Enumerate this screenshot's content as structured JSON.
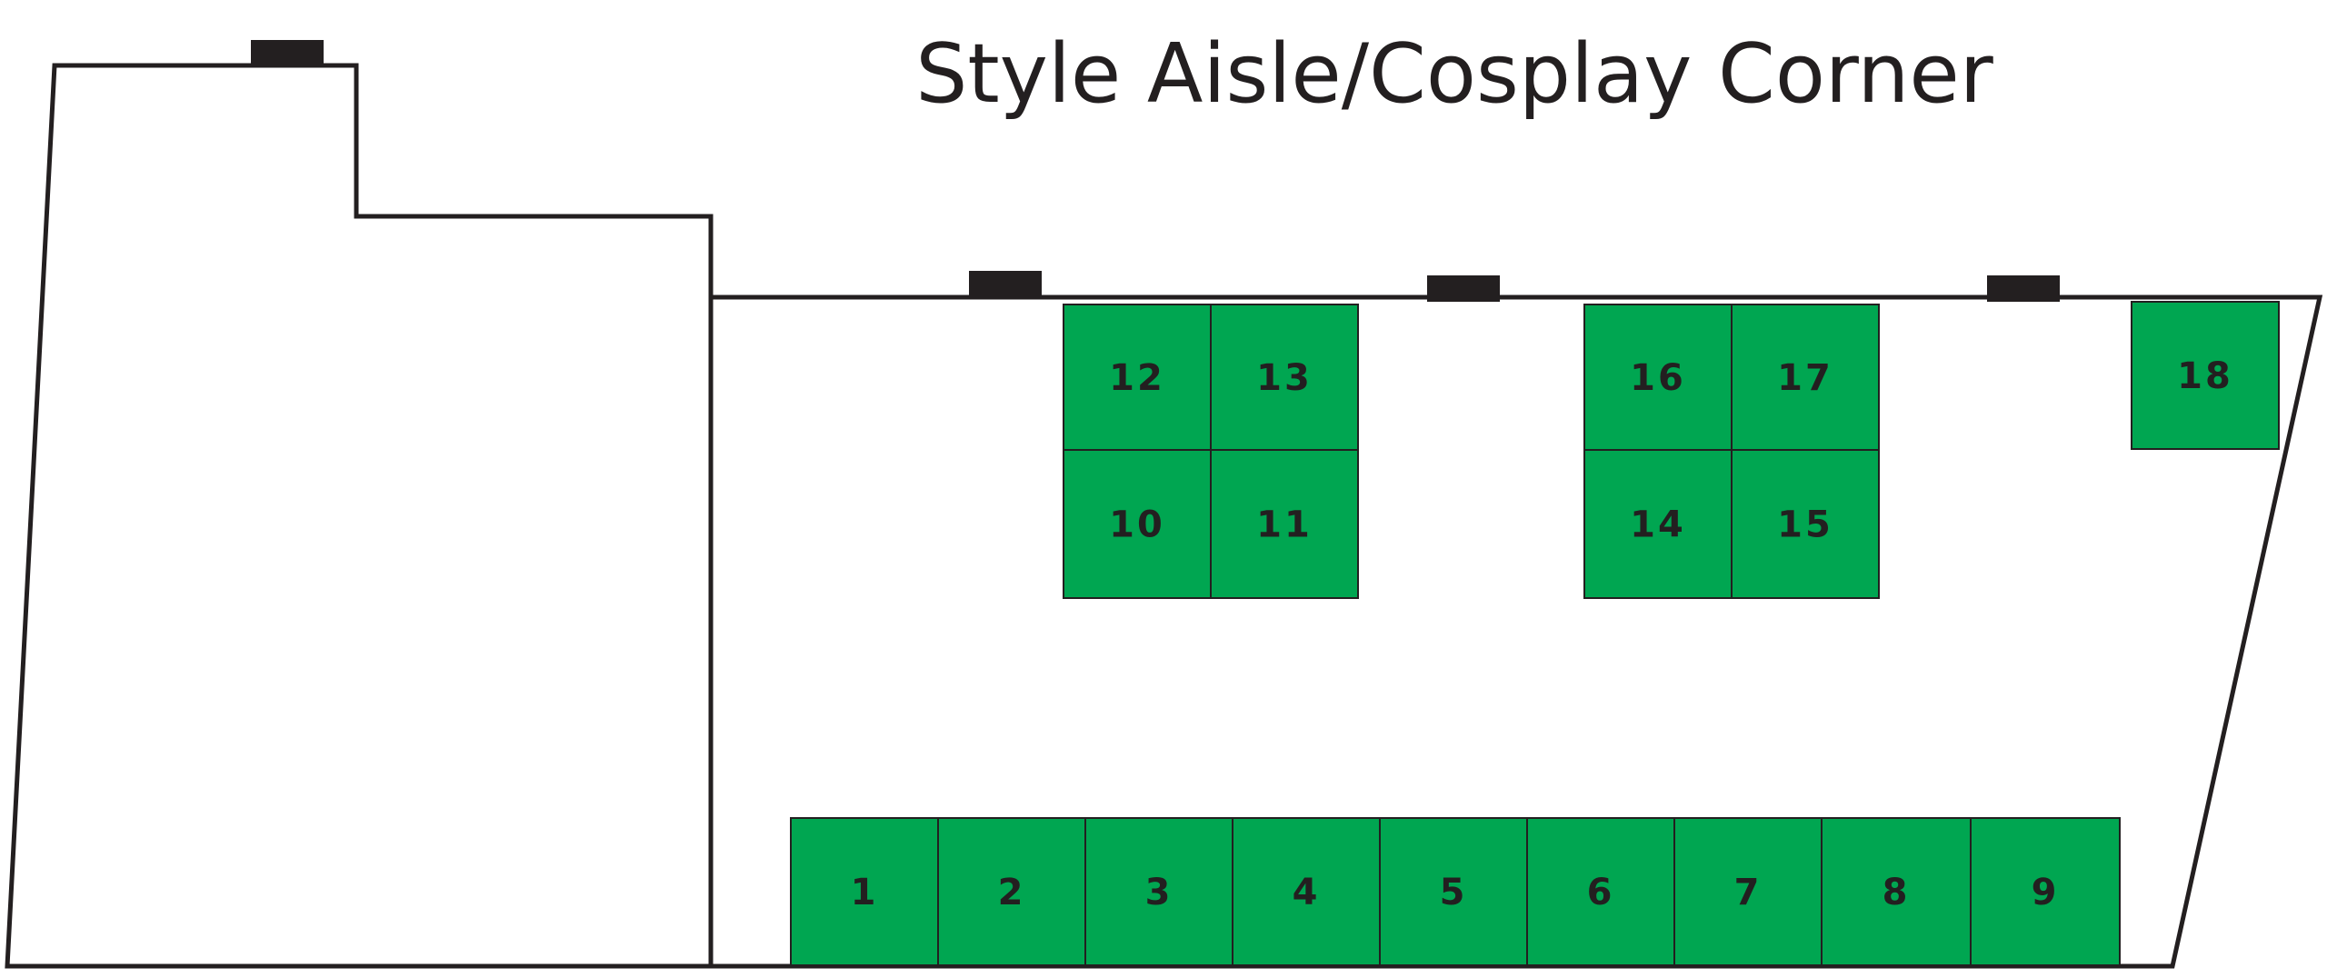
{
  "title": "Style Aisle/Cosplay Corner",
  "colors": {
    "booth_fill": "#00a651",
    "wall": "#231f20",
    "background": "#ffffff"
  },
  "booths": [
    {
      "id": "b1",
      "label": "1"
    },
    {
      "id": "b2",
      "label": "2"
    },
    {
      "id": "b3",
      "label": "3"
    },
    {
      "id": "b4",
      "label": "4"
    },
    {
      "id": "b5",
      "label": "5"
    },
    {
      "id": "b6",
      "label": "6"
    },
    {
      "id": "b7",
      "label": "7"
    },
    {
      "id": "b8",
      "label": "8"
    },
    {
      "id": "b9",
      "label": "9"
    },
    {
      "id": "b10",
      "label": "10"
    },
    {
      "id": "b11",
      "label": "11"
    },
    {
      "id": "b12",
      "label": "12"
    },
    {
      "id": "b13",
      "label": "13"
    },
    {
      "id": "b14",
      "label": "14"
    },
    {
      "id": "b15",
      "label": "15"
    },
    {
      "id": "b16",
      "label": "16"
    },
    {
      "id": "b17",
      "label": "17"
    },
    {
      "id": "b18",
      "label": "18"
    }
  ]
}
